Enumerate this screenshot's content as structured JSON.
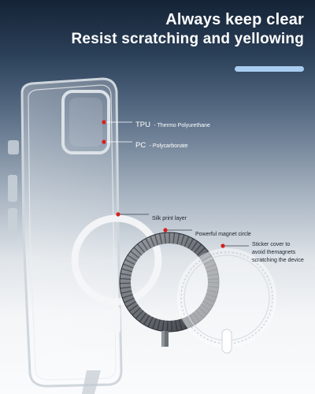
{
  "header": {
    "line1": "Always keep clear",
    "line2": "Resist scratching and yellowing"
  },
  "callouts": {
    "tpu_abbr": "TPU",
    "tpu_desc": "- Thermo Polyurethane",
    "pc_abbr": "PC",
    "pc_desc": "- Polycarbonate",
    "silk": "Silk print layer",
    "magnet": "Powerful magnet circle",
    "sticker_line1": "Sticker cover to",
    "sticker_line2": "avoid themagnets",
    "sticker_line3": "scratching the device"
  },
  "colors": {
    "accent_bar": "#a9cdf0",
    "marker_dot": "#d42020",
    "headline_text": "#ffffff"
  }
}
